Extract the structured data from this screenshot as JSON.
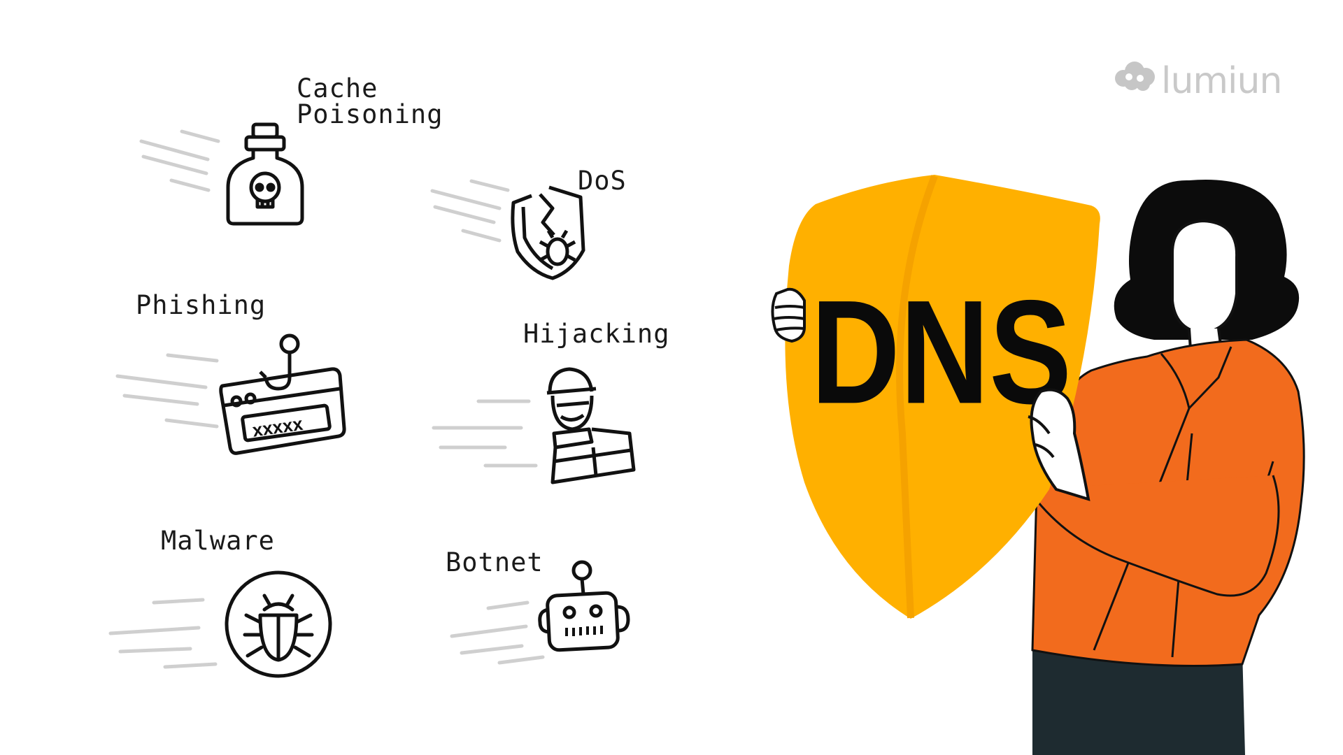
{
  "brand": {
    "name": "lumiun",
    "color": "#c6c6c6"
  },
  "shield": {
    "text": "DNS",
    "color": "#ffb000"
  },
  "colors": {
    "shirt": "#f26b1d",
    "hair": "#0c0c0c",
    "pants": "#1e2b30",
    "speed_lines": "#cfcfcf"
  },
  "threats": [
    {
      "label": "Cache\nPoisoning",
      "icon": "poison-bottle-icon"
    },
    {
      "label": "DoS",
      "icon": "broken-shield-bug-icon"
    },
    {
      "label": "Phishing",
      "icon": "phishing-hook-icon"
    },
    {
      "label": "Hijacking",
      "icon": "hijacker-icon"
    },
    {
      "label": "Malware",
      "icon": "bug-icon"
    },
    {
      "label": "Botnet",
      "icon": "robot-icon"
    }
  ]
}
